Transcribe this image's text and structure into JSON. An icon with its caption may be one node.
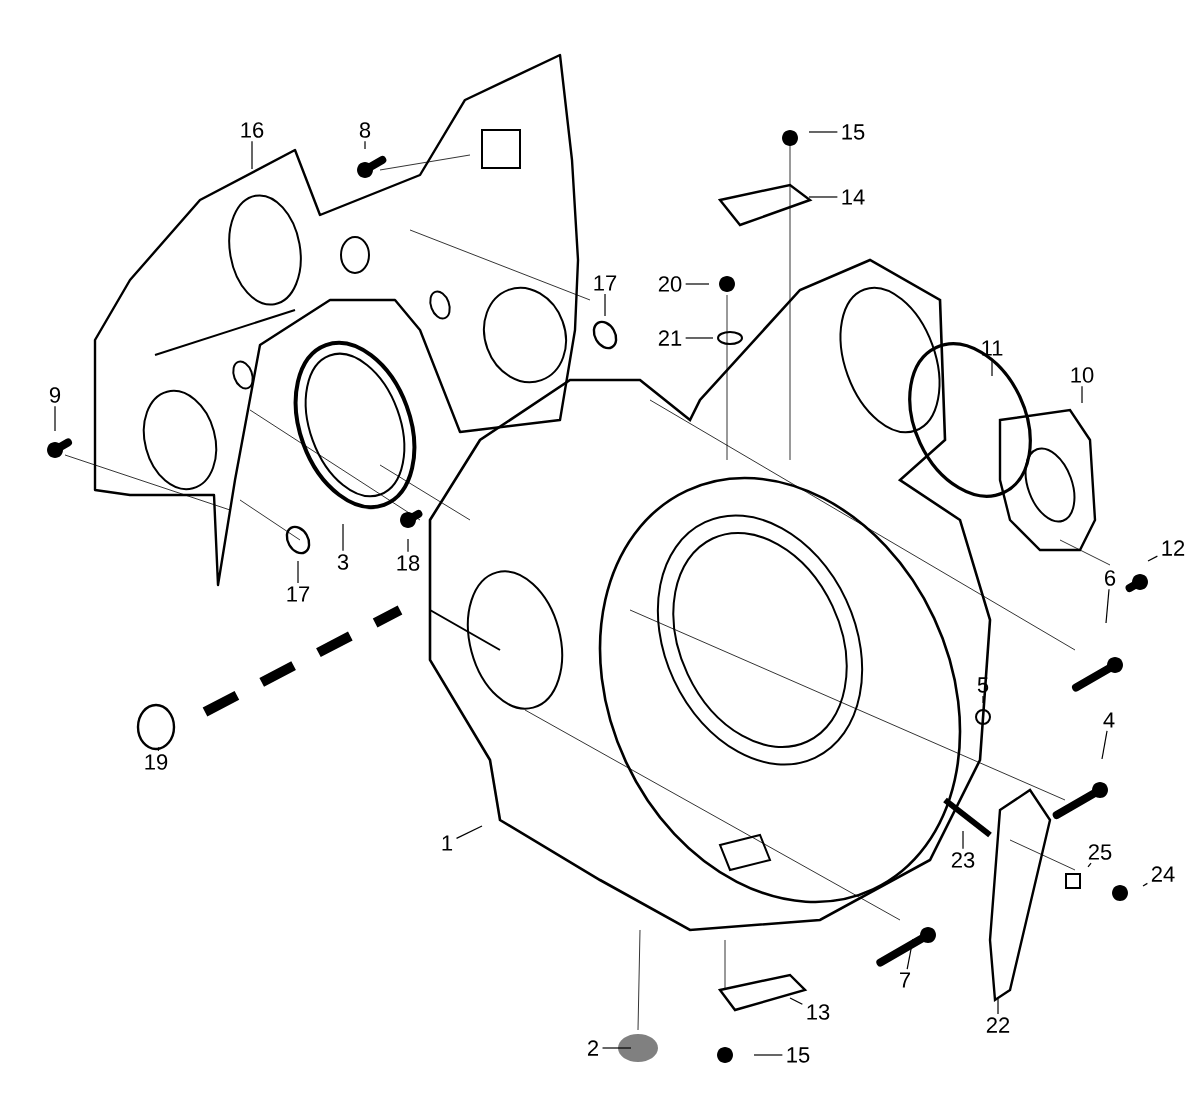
{
  "diagram": {
    "nodes": [
      {
        "text": [
          "8"
        ]
      },
      {
        "text": [
          "15"
        ]
      },
      {
        "text": [
          "16"
        ]
      },
      {
        "text": [
          "14"
        ]
      },
      {
        "text": [
          "20"
        ]
      },
      {
        "text": [
          "17"
        ]
      },
      {
        "text": [
          "21"
        ]
      },
      {
        "text": [
          "11"
        ]
      },
      {
        "text": [
          "10"
        ]
      },
      {
        "text": [
          "9"
        ]
      },
      {
        "text": [
          "12"
        ]
      },
      {
        "text": [
          "18"
        ]
      },
      {
        "text": [
          "3"
        ]
      },
      {
        "text": [
          "17"
        ]
      },
      {
        "text": [
          "6"
        ]
      },
      {
        "text": [
          "5"
        ]
      },
      {
        "text": [
          "19"
        ]
      },
      {
        "text": [
          "4"
        ]
      },
      {
        "text": [
          "1"
        ]
      },
      {
        "text": [
          "23"
        ]
      },
      {
        "text": [
          "25"
        ]
      },
      {
        "text": [
          "24"
        ]
      },
      {
        "text": [
          "7"
        ]
      },
      {
        "text": [
          "22"
        ]
      },
      {
        "text": [
          "13"
        ]
      },
      {
        "text": [
          "2"
        ]
      },
      {
        "text": [
          "15"
        ]
      }
    ],
    "edges": [
      {
        "from": 0,
        "to": null,
        "arrow": "none"
      },
      {
        "from": 1,
        "to": null,
        "arrow": "none"
      },
      {
        "from": 2,
        "to": null,
        "arrow": "none"
      },
      {
        "from": 3,
        "to": null,
        "arrow": "none"
      },
      {
        "from": 4,
        "to": null,
        "arrow": "none"
      },
      {
        "from": 5,
        "to": null,
        "arrow": "none"
      },
      {
        "from": 6,
        "to": null,
        "arrow": "none"
      },
      {
        "from": 7,
        "to": null,
        "arrow": "none"
      },
      {
        "from": 8,
        "to": null,
        "arrow": "none"
      },
      {
        "from": 9,
        "to": null,
        "arrow": "none"
      },
      {
        "from": 10,
        "to": null,
        "arrow": "none"
      },
      {
        "from": 11,
        "to": null,
        "arrow": "none"
      },
      {
        "from": 12,
        "to": null,
        "arrow": "none"
      },
      {
        "from": 13,
        "to": null,
        "arrow": "none"
      },
      {
        "from": 14,
        "to": null,
        "arrow": "none"
      },
      {
        "from": 15,
        "to": null,
        "arrow": "none"
      },
      {
        "from": 16,
        "to": null,
        "arrow": "none"
      },
      {
        "from": 17,
        "to": null,
        "arrow": "none"
      },
      {
        "from": 18,
        "to": null,
        "arrow": "none"
      },
      {
        "from": 19,
        "to": null,
        "arrow": "none"
      },
      {
        "from": 20,
        "to": null,
        "arrow": "none"
      },
      {
        "from": 21,
        "to": null,
        "arrow": "none"
      },
      {
        "from": 22,
        "to": null,
        "arrow": "none"
      },
      {
        "from": 23,
        "to": null,
        "arrow": "none"
      },
      {
        "from": 24,
        "to": null,
        "arrow": "none"
      },
      {
        "from": 25,
        "to": null,
        "arrow": "none"
      },
      {
        "from": 26,
        "to": null,
        "arrow": "none"
      }
    ]
  }
}
